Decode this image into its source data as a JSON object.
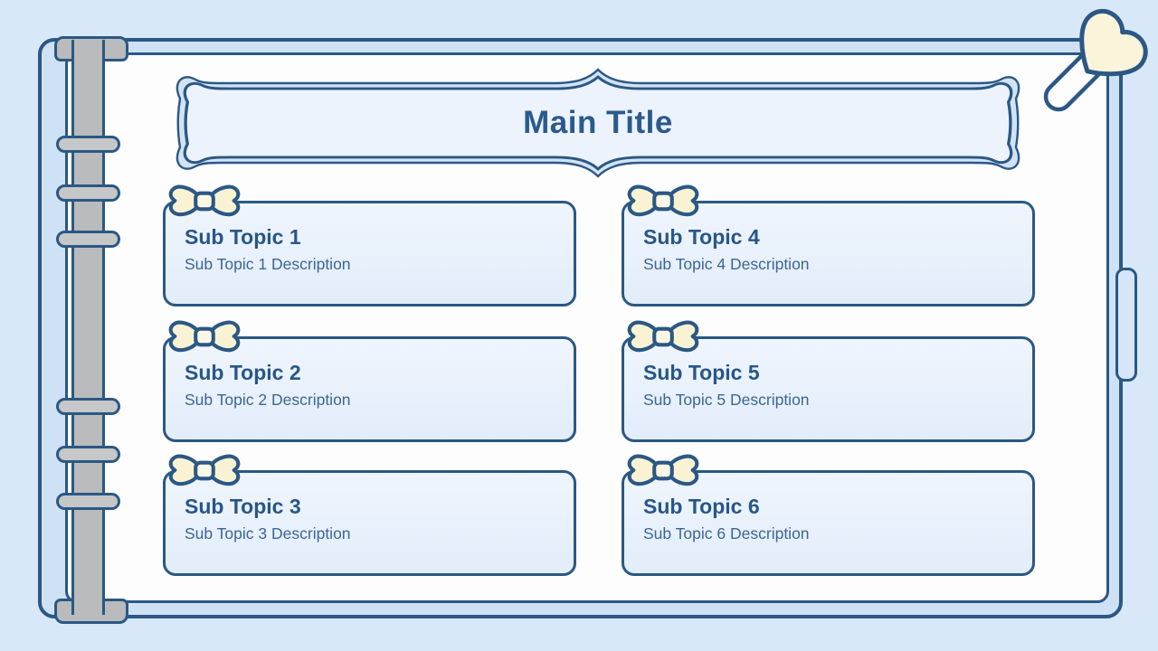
{
  "slide": {
    "title": "Main Title",
    "cards": [
      {
        "title": "Sub Topic 1",
        "description": "Sub Topic 1 Description"
      },
      {
        "title": "Sub Topic 2",
        "description": "Sub Topic 2 Description"
      },
      {
        "title": "Sub Topic 3",
        "description": "Sub Topic 3 Description"
      },
      {
        "title": "Sub Topic 4",
        "description": "Sub Topic 4 Description"
      },
      {
        "title": "Sub Topic 5",
        "description": "Sub Topic 5 Description"
      },
      {
        "title": "Sub Topic 6",
        "description": "Sub Topic 6 Description"
      }
    ],
    "decorations": [
      "bow-icon",
      "heart-pin-icon",
      "binder-spine",
      "binder-ring",
      "side-tab",
      "title-banner-frame"
    ],
    "colors": {
      "background": "#d9e8f8",
      "cover_fill": "#cfe2f5",
      "page_fill": "#fdfdfe",
      "outline_blue": "#2b5884",
      "card_fill_top": "#eff5fd",
      "card_fill_bottom": "#e2edfa",
      "banner_fill": "#ecf3fc",
      "bow_cream": "#f9f3d4",
      "spine_gray": "#b9bbbd",
      "title_text": "#2a5a8e",
      "heading_text": "#27568a",
      "description_text": "#3b6695"
    }
  }
}
